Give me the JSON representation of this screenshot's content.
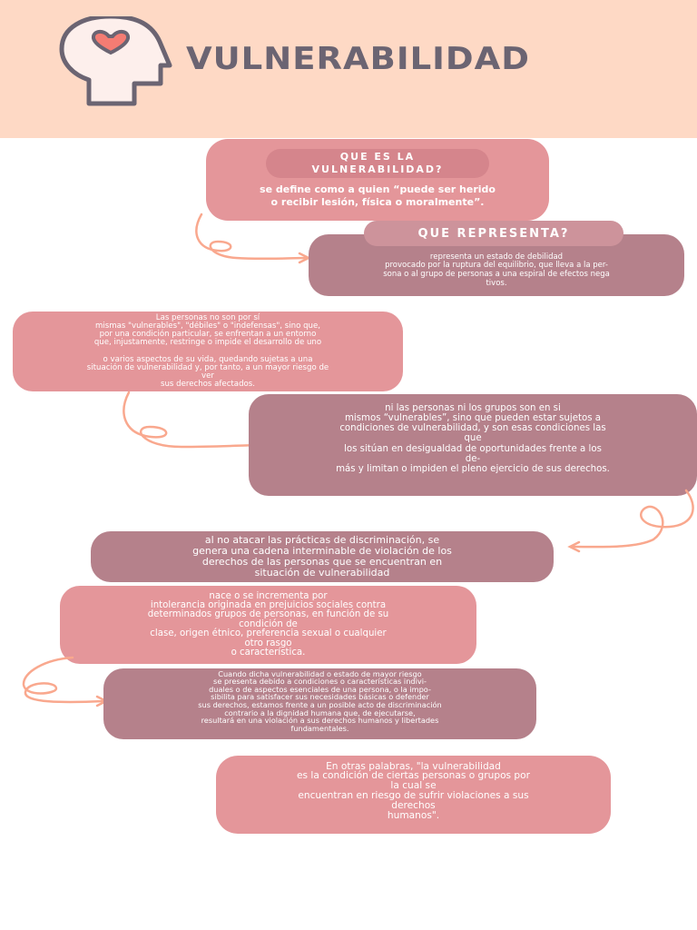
{
  "header": {
    "title": "VULNERABILIDAD",
    "icon": "head-with-heart-icon",
    "background": "#fed9c5",
    "title_color": "#6b6472"
  },
  "colors": {
    "pink_box": "#e4969a",
    "mauve_box": "#b5818b",
    "arrow": "#f9a88e",
    "heart": "#f47c73"
  },
  "sections": {
    "que_es": {
      "heading": "QUE ES LA\nVULNERABILIDAD?",
      "body": "se  define como a quien “puede ser herido\no recibir lesión, física o moralmente”."
    },
    "que_representa": {
      "heading": "QUE REPRESENTA?",
      "body": "representa un estado de debilidad\nprovocado por la ruptura del equilibrio, que lleva a la per-\nsona o al grupo de personas a una espiral de efectos nega\ntivos."
    },
    "personas": {
      "body": "Las personas no son por sí\nmismas \"vulnerables\", \"débiles\" o \"indefensas\", sino que,\npor una condición particular, se enfrentan a un entorno\nque, injustamente, restringe o impide el desarrollo de uno\n\no varios aspectos de su vida, quedando sujetas a una\nsituación de vulnerabilidad y, por tanto, a un mayor riesgo de\nver\nsus derechos afectados."
    },
    "grupos": {
      "body": "ni las personas ni los grupos son en si\nmismos “vulnerables”, sino que pueden estar sujetos a\ncondiciones de vulnerabilidad, y son esas condiciones las\nque\nlos sitúan en desigualdad de oportunidades frente a los\nde-\nmás y limitan o impiden el pleno ejercicio de sus derechos."
    },
    "discriminacion": {
      "body": "al no atacar las prácticas de discriminación, se\ngenera una cadena interminable de violación de los\nderechos de las personas que se encuentran en\nsituación de vulnerabilidad"
    },
    "intolerancia": {
      "body": "nace o se incrementa por\nintolerancia originada en prejuicios sociales contra\ndeterminados grupos de personas, en función de su\ncondición de\nclase, origen étnico, preferencia sexual o cualquier\notro rasgo\no característica."
    },
    "riesgo": {
      "body": "Cuando dicha vulnerabilidad o estado de mayor riesgo\nse presenta debido a condiciones o características indivi-\nduales o de aspectos esenciales de una persona, o la impo-\nsibilita para satisfacer sus necesidades básicas o defender\nsus derechos, estamos frente a un posible acto de discriminación\ncontrario a la dignidad humana que, de ejecutarse,\nresultará en una violación a sus derechos humanos y libertades\nfundamentales."
    },
    "conclusion": {
      "body": "En otras palabras, \"la vulnerabilidad\nes la condición de ciertas personas o grupos por\nla cual se\nencuentran en riesgo de sufrir violaciones a sus\nderechos\nhumanos\"."
    }
  }
}
